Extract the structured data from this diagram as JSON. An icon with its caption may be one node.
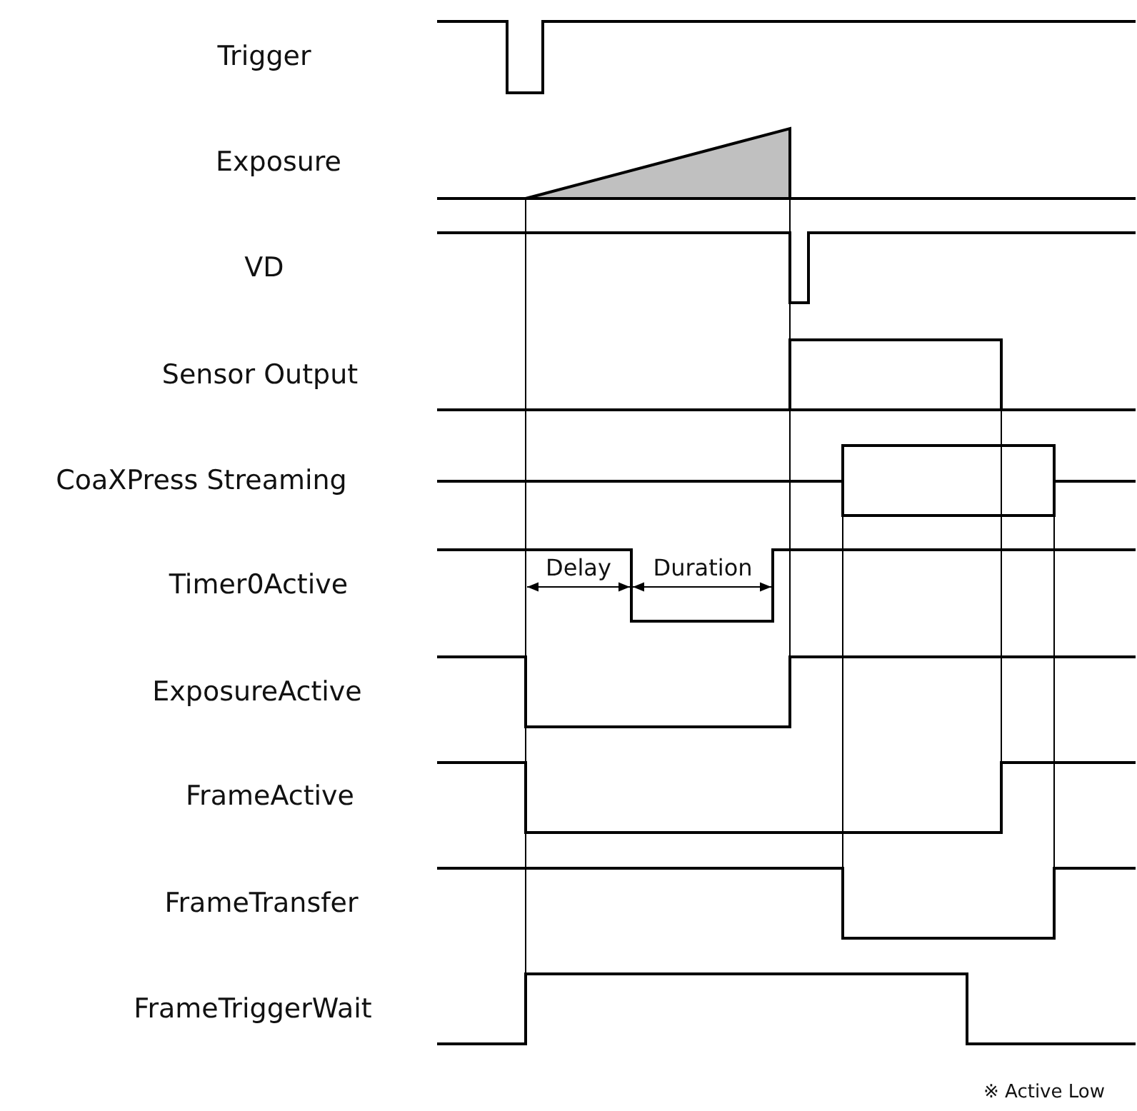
{
  "diagram": {
    "labels": [
      "Trigger",
      "Exposure",
      "VD",
      "Sensor Output",
      "CoaXPress Streaming",
      "Timer0Active",
      "Delay",
      "Duration",
      "ExposureActive",
      "FrameActive",
      "FrameTransfer",
      "FrameTriggerWait",
      "※ Active Low"
    ]
  }
}
